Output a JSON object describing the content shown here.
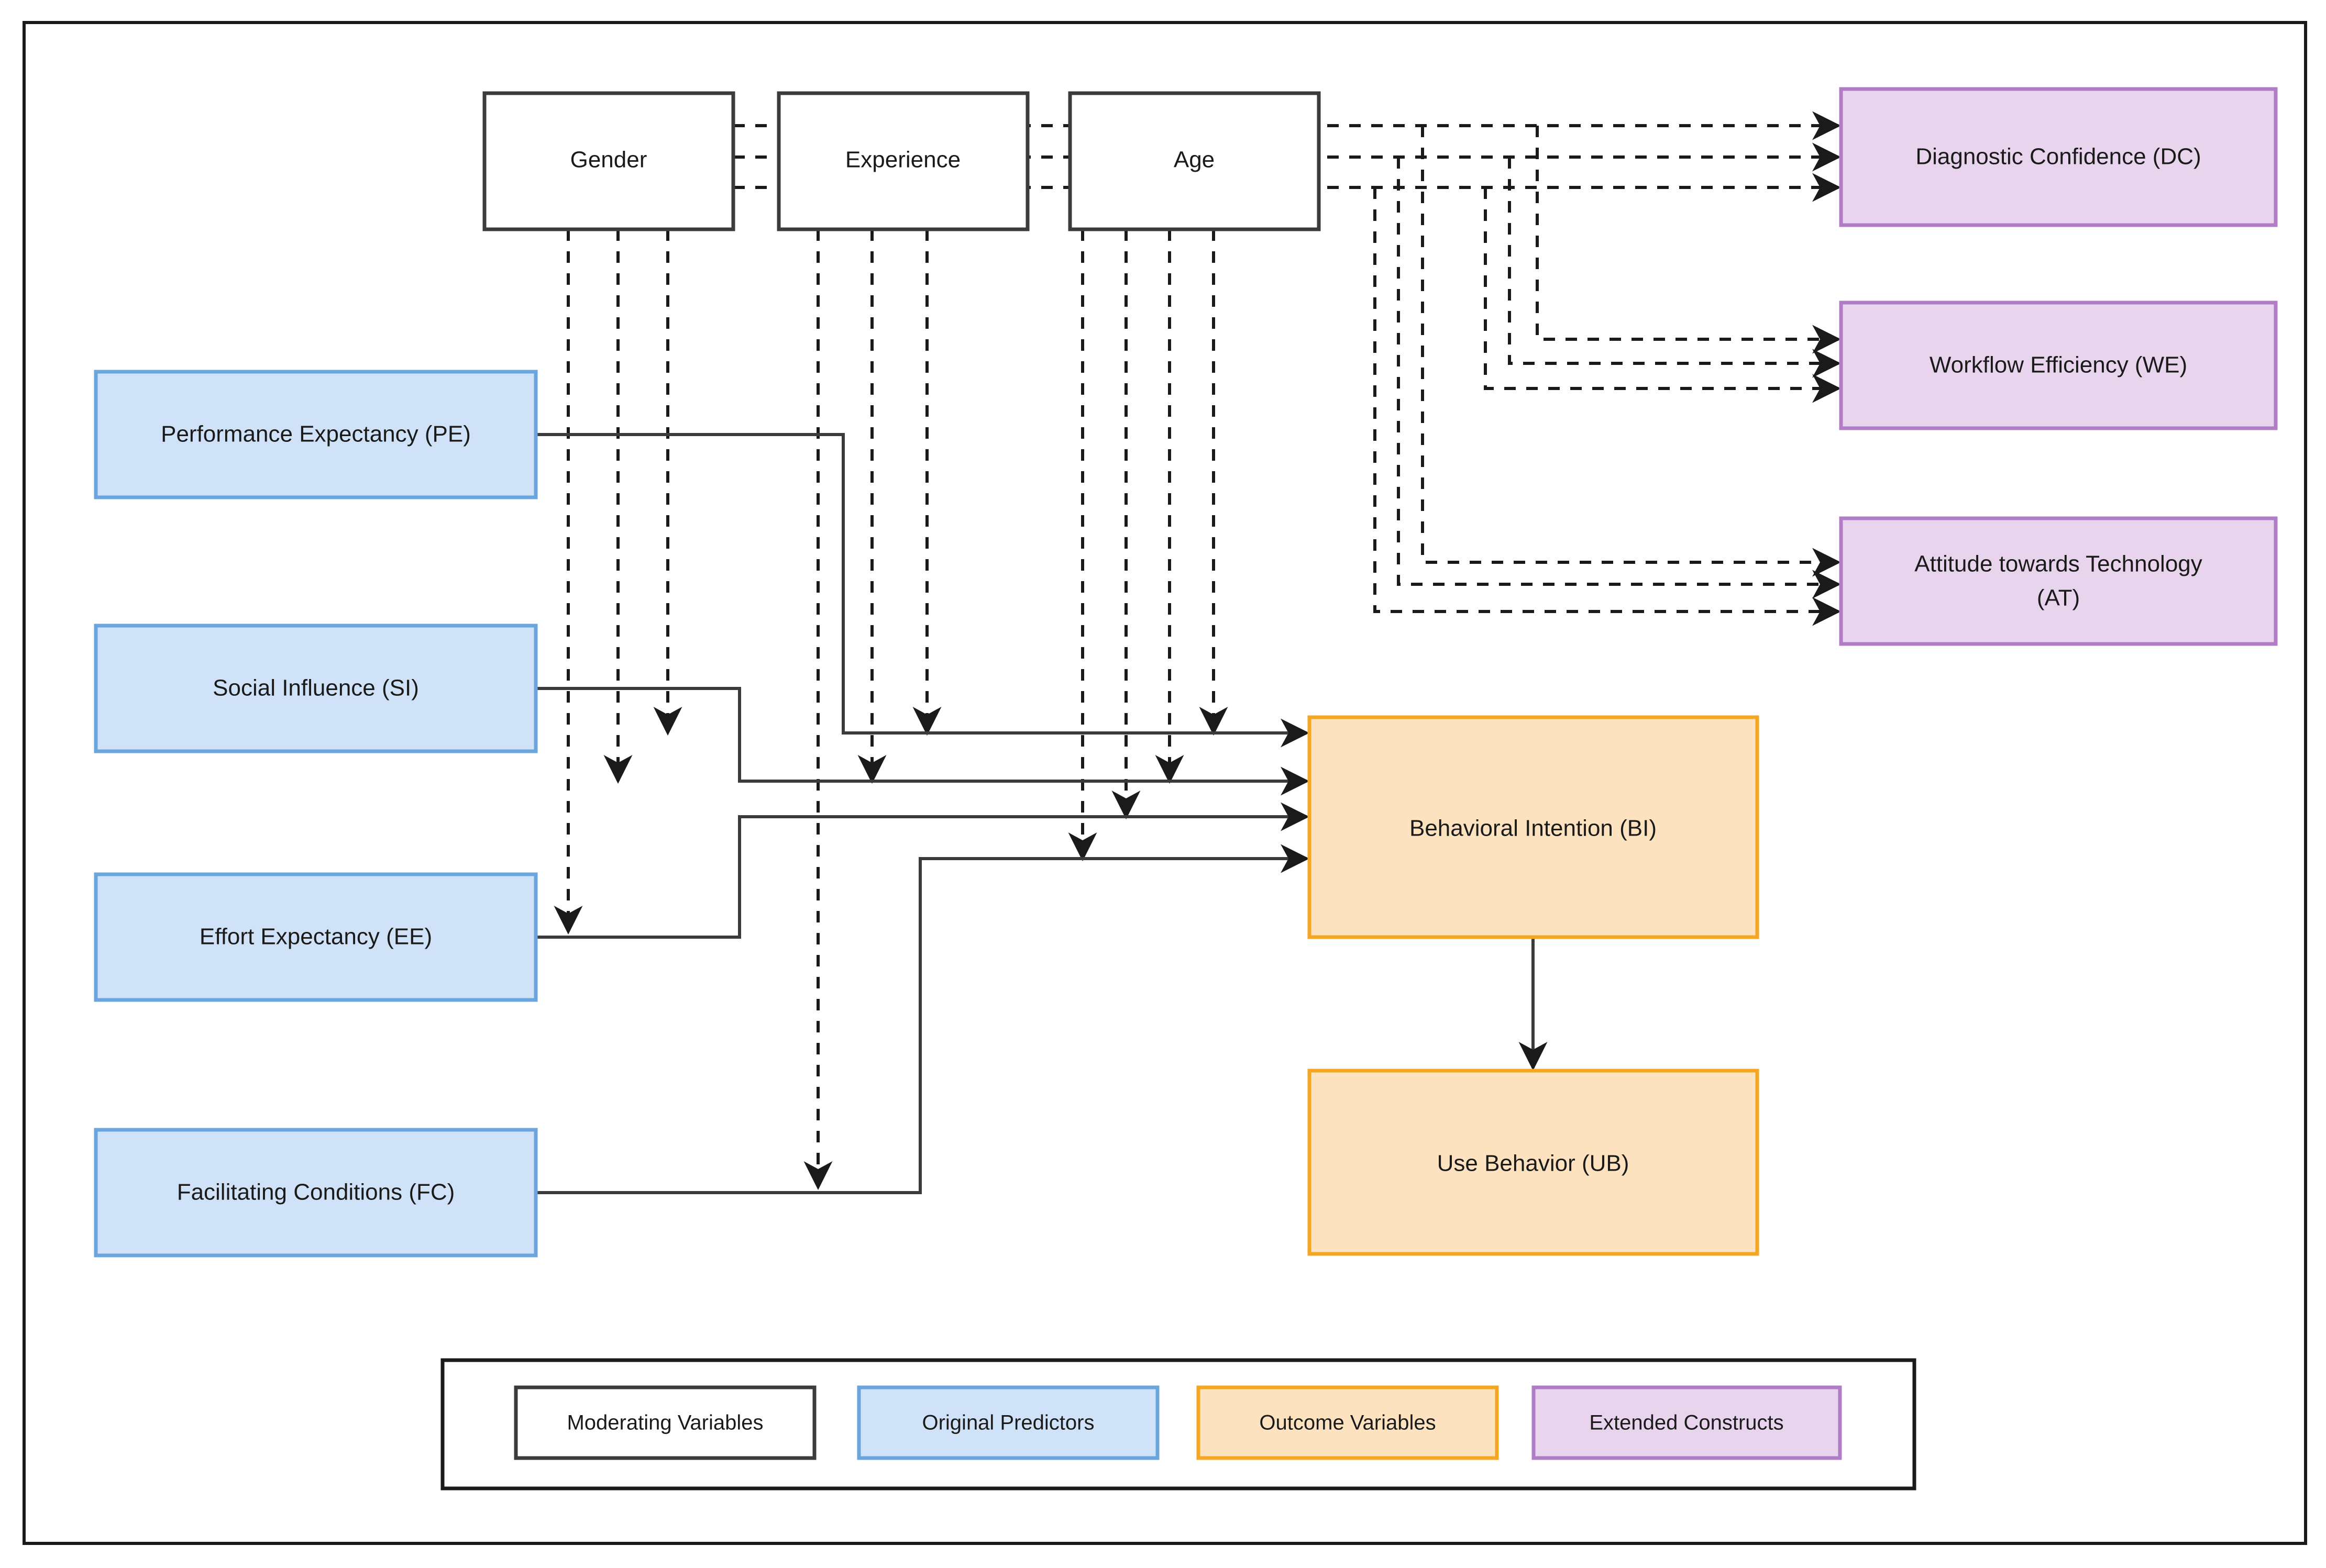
{
  "canvas": {
    "border_color": "#1a1a1a",
    "background": "#ffffff"
  },
  "palette": {
    "moderating_fill": "#ffffff",
    "moderating_stroke": "#3b3b3b",
    "predictor_fill": "#cfe2f7",
    "predictor_stroke": "#6aa5dd",
    "outcome_fill": "#fde2c0",
    "outcome_stroke": "#f5a623",
    "extended_fill": "#e8d5ed",
    "extended_stroke": "#b07cc6",
    "edge_color": "#3b3b3b",
    "text_color": "#1a1a1a"
  },
  "nodes": {
    "moderating": [
      {
        "id": "gender",
        "label": "Gender"
      },
      {
        "id": "experience",
        "label": "Experience"
      },
      {
        "id": "age",
        "label": "Age"
      }
    ],
    "predictors": [
      {
        "id": "pe",
        "label": "Performance Expectancy (PE)"
      },
      {
        "id": "si",
        "label": "Social Influence (SI)"
      },
      {
        "id": "ee",
        "label": "Effort Expectancy (EE)"
      },
      {
        "id": "fc",
        "label": "Facilitating Conditions (FC)"
      }
    ],
    "outcomes": [
      {
        "id": "bi",
        "label": "Behavioral Intention (BI)"
      },
      {
        "id": "ub",
        "label": "Use Behavior (UB)"
      }
    ],
    "extended": [
      {
        "id": "dc",
        "label": "Diagnostic Confidence (DC)"
      },
      {
        "id": "we",
        "label": "Workflow Efficiency (WE)"
      },
      {
        "id": "at",
        "label": "Attitude towards Technology (AT)",
        "line1": "Attitude towards Technology",
        "line2": "(AT)"
      }
    ]
  },
  "legend": {
    "items": [
      {
        "id": "moderating",
        "label": "Moderating Variables",
        "fill": "#ffffff",
        "stroke": "#3b3b3b"
      },
      {
        "id": "predictors",
        "label": "Original Predictors",
        "fill": "#cfe2f7",
        "stroke": "#6aa5dd"
      },
      {
        "id": "outcomes",
        "label": "Outcome Variables",
        "fill": "#fde2c0",
        "stroke": "#f5a623"
      },
      {
        "id": "extended",
        "label": "Extended Constructs",
        "fill": "#e8d5ed",
        "stroke": "#b07cc6"
      }
    ]
  },
  "edges": {
    "solid": [
      {
        "from": "pe",
        "to": "bi"
      },
      {
        "from": "si",
        "to": "bi"
      },
      {
        "from": "ee",
        "to": "bi"
      },
      {
        "from": "fc",
        "to": "bi"
      },
      {
        "from": "bi",
        "to": "ub"
      }
    ],
    "dashed_moderations": [
      {
        "from": "gender",
        "to": "pe_to_bi"
      },
      {
        "from": "gender",
        "to": "si_to_bi"
      },
      {
        "from": "gender",
        "to": "ee_to_bi"
      },
      {
        "from": "experience",
        "to": "pe_to_bi"
      },
      {
        "from": "experience",
        "to": "si_to_bi"
      },
      {
        "from": "experience",
        "to": "fc_to_bi"
      },
      {
        "from": "age",
        "to": "pe_to_bi"
      },
      {
        "from": "age",
        "to": "si_to_bi"
      },
      {
        "from": "age",
        "to": "ee_to_bi"
      },
      {
        "from": "age",
        "to": "fc_to_bi"
      },
      {
        "from": "gender",
        "to": "dc"
      },
      {
        "from": "experience",
        "to": "dc"
      },
      {
        "from": "age",
        "to": "dc"
      },
      {
        "from": "gender",
        "to": "we"
      },
      {
        "from": "experience",
        "to": "we"
      },
      {
        "from": "age",
        "to": "we"
      },
      {
        "from": "gender",
        "to": "at"
      },
      {
        "from": "experience",
        "to": "at"
      },
      {
        "from": "age",
        "to": "at"
      }
    ]
  }
}
